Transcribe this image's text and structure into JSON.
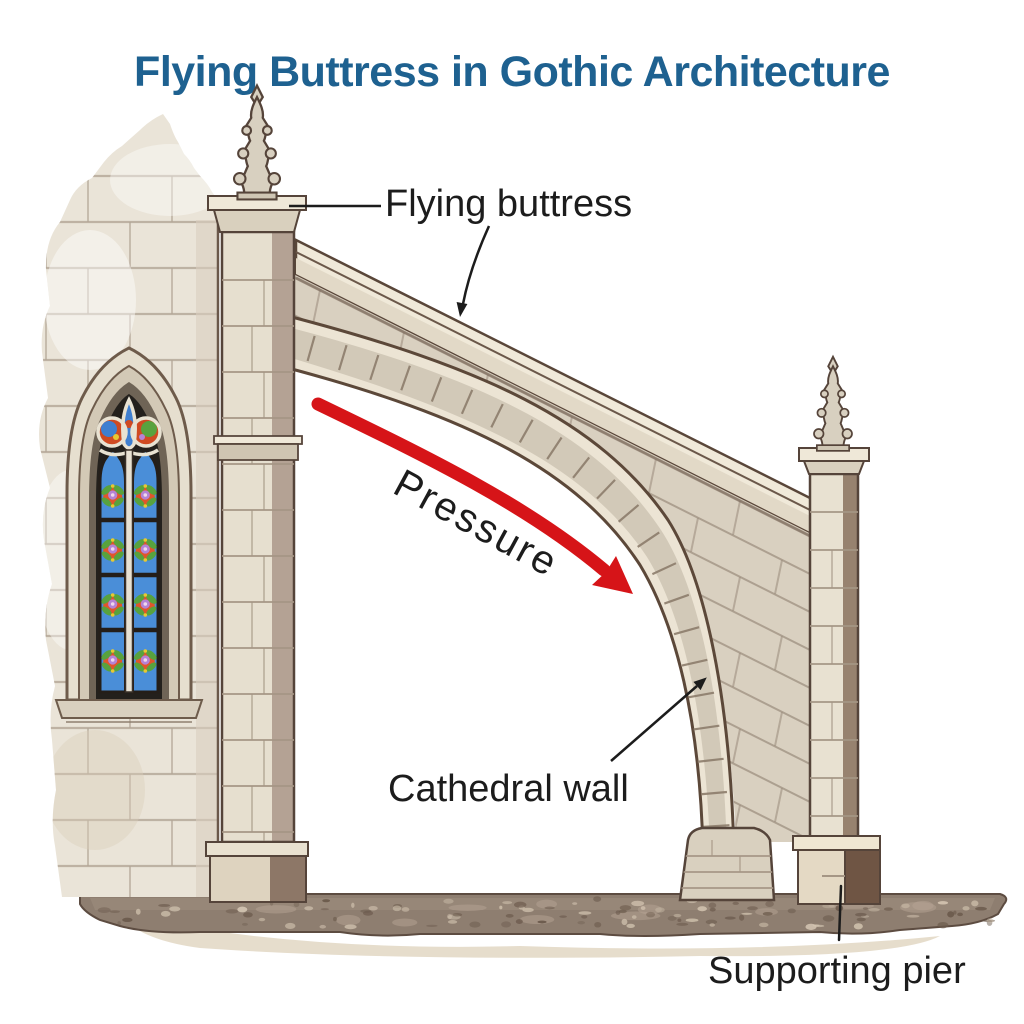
{
  "title": "Flying Buttress in Gothic Architecture",
  "labels": {
    "flying_buttress": "Flying buttress",
    "pressure": "Pressure",
    "cathedral_wall": "Cathedral wall",
    "supporting_pier": "Supporting pier"
  },
  "colors": {
    "title_blue": "#1e6190",
    "label_text": "#1c1c1c",
    "pressure_arrow_red": "#d61418",
    "stone_light": "#eae4d8",
    "stone_mid": "#d6cdbc",
    "stone_shadow": "#9b8878",
    "outline_brown": "#55443a",
    "ground_brown": "#8e7e70",
    "glass_blue": "#4a8ed8",
    "glass_orange": "#e0562a",
    "glass_green": "#58a23e",
    "glass_purple": "#b583d6",
    "glass_yellow": "#e8c832"
  }
}
